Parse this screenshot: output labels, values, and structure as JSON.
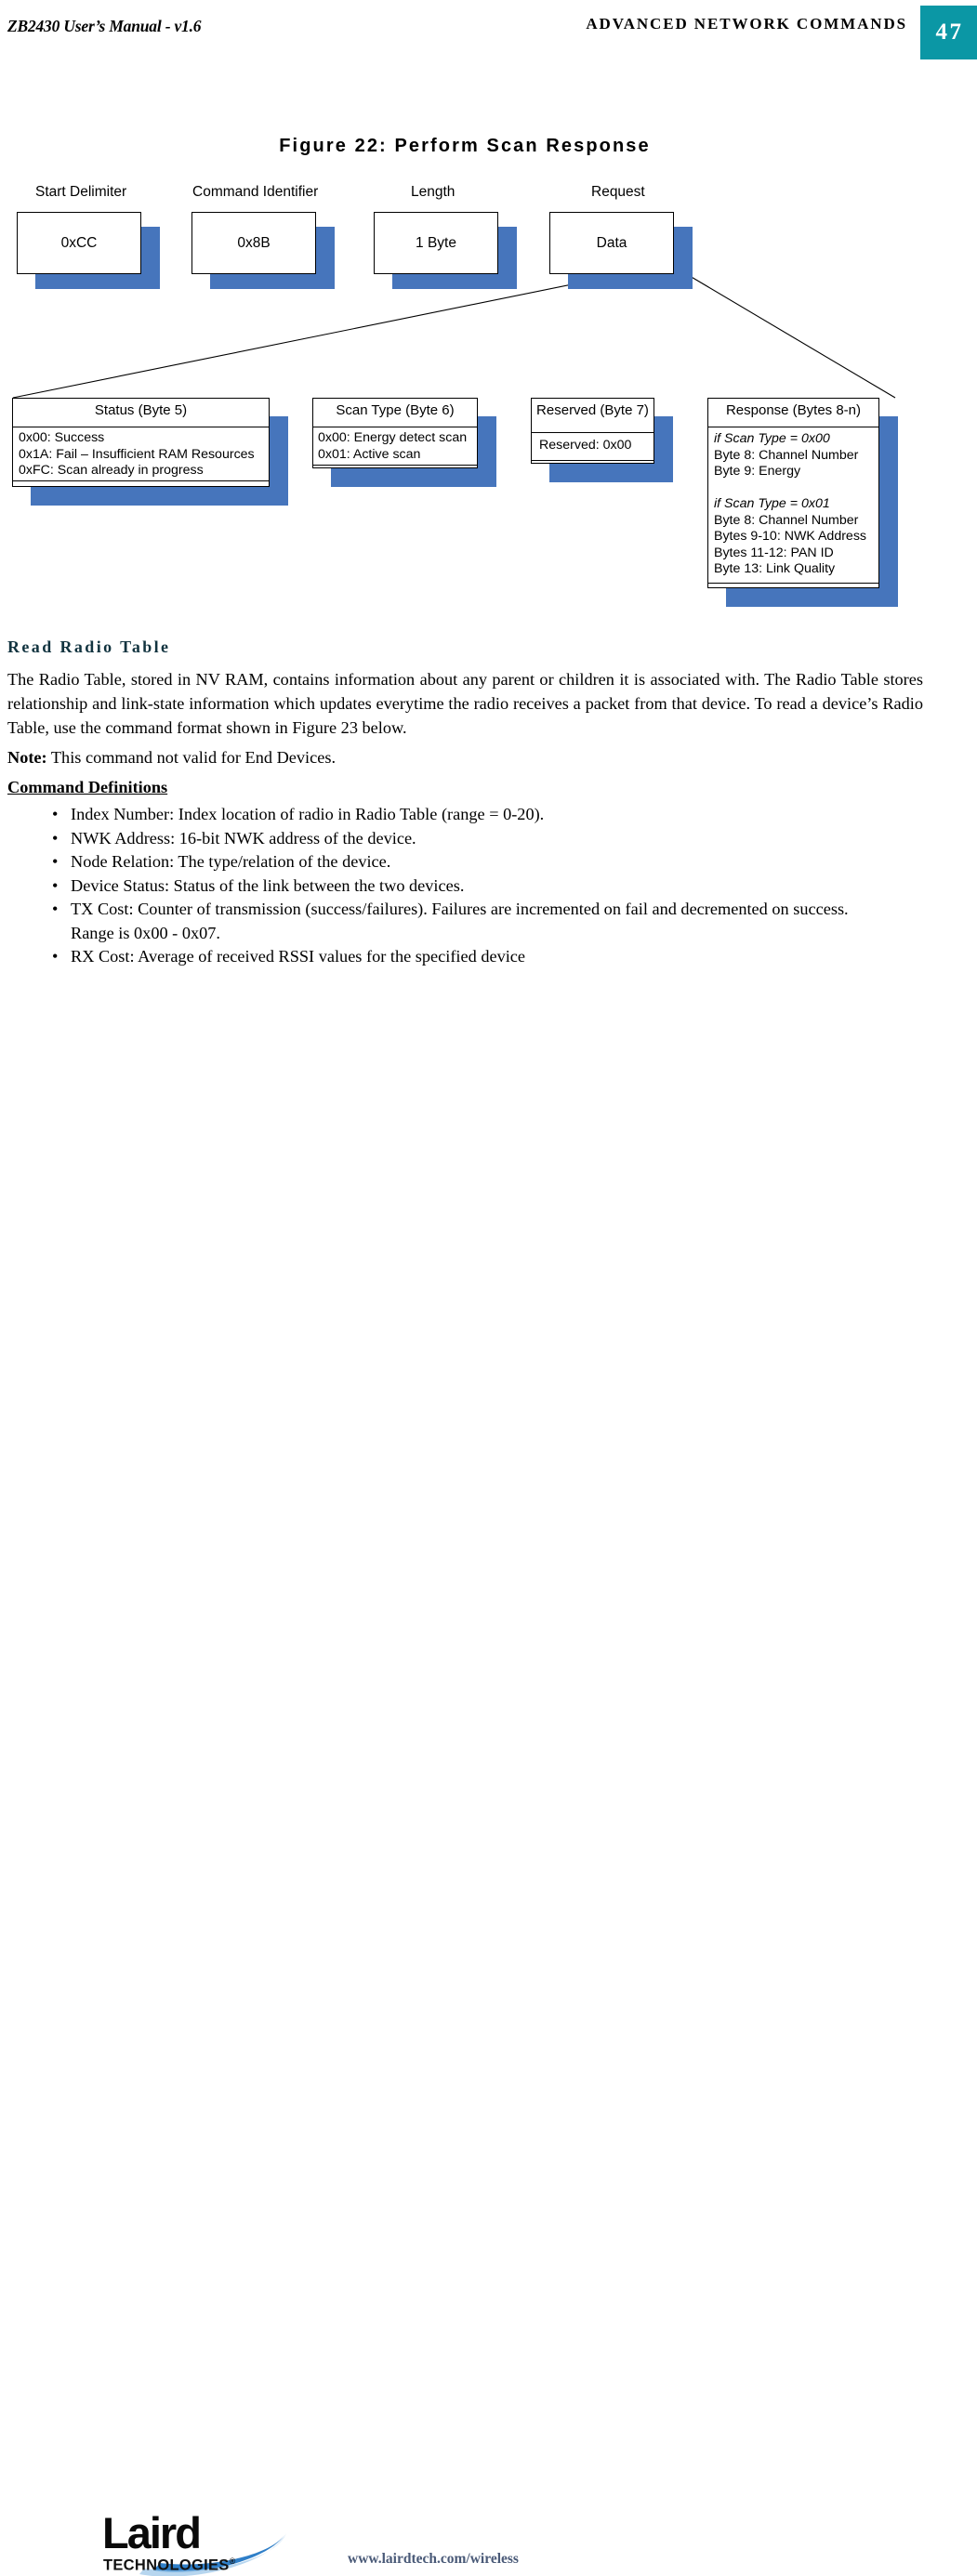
{
  "header": {
    "manual_title": "ZB2430 User’s Manual - v1.6",
    "section": "ADVANCED NETWORK COMMANDS",
    "page_number": "47",
    "accent_color": "#0b97a5"
  },
  "figure": {
    "title": "Figure 22: Perform Scan Response",
    "shadow_color": "#4675bc",
    "top_fields": [
      {
        "label": "Start Delimiter",
        "value": "0xCC"
      },
      {
        "label": "Command Identifier",
        "value": "0x8B"
      },
      {
        "label": "Length",
        "value": "1 Byte"
      },
      {
        "label": "Request",
        "value": "Data"
      }
    ],
    "detail_sections": [
      {
        "title": "Status (Byte 5)",
        "lines": [
          "0x00: Success",
          "0x1A: Fail – Insufficient RAM Resources",
          "0xFC: Scan already in progress"
        ]
      },
      {
        "title": "Scan Type (Byte 6)",
        "lines": [
          "0x00: Energy detect scan",
          "0x01: Active scan"
        ]
      },
      {
        "title": "Reserved (Byte 7)",
        "lines": [
          "Reserved: 0x00"
        ]
      },
      {
        "title": "Response (Bytes 8-n)",
        "lines": [
          "if Scan Type = 0x00",
          "Byte 8: Channel Number",
          "Byte 9: Energy",
          "",
          "if Scan Type = 0x01",
          "Byte 8: Channel Number",
          "Bytes 9-10: NWK Address",
          "Bytes 11-12: PAN ID",
          "Byte 13: Link Quality"
        ],
        "italic_lines": [
          0,
          4
        ]
      }
    ]
  },
  "body": {
    "heading": "Read Radio Table",
    "paragraph": "The Radio Table, stored in NV RAM, contains information about any parent or children it is associated with.  The Radio Table stores relationship and link-state information which updates everytime the radio receives a packet from that device.  To read a device’s Radio Table, use the command format shown in Figure 23 below.",
    "note_label": "Note:",
    "note_text": " This command not valid for End Devices.",
    "definitions_heading": "Command Definitions",
    "bullet_char": "•",
    "bullets": [
      {
        "text": "Index Number: Index location of radio in Radio Table (range = 0-20).",
        "continuation": ""
      },
      {
        "text": "NWK Address: 16-bit NWK address of the device.",
        "continuation": ""
      },
      {
        "text": "Node Relation: The type/relation of the device.",
        "continuation": ""
      },
      {
        "text": "Device Status: Status of the link between the two devices.",
        "continuation": ""
      },
      {
        "text": "TX Cost: Counter of transmission (success/failures).  Failures are incremented on fail and decremented on success.",
        "continuation": "Range is 0x00 - 0x07."
      },
      {
        "text": "RX Cost: Average of received RSSI values for the specified device",
        "continuation": ""
      }
    ]
  },
  "footer": {
    "logo_primary": "Laird",
    "logo_secondary": "TECHNOLOGIES",
    "logo_registered": "®",
    "url": "www.lairdtech.com/wireless"
  }
}
